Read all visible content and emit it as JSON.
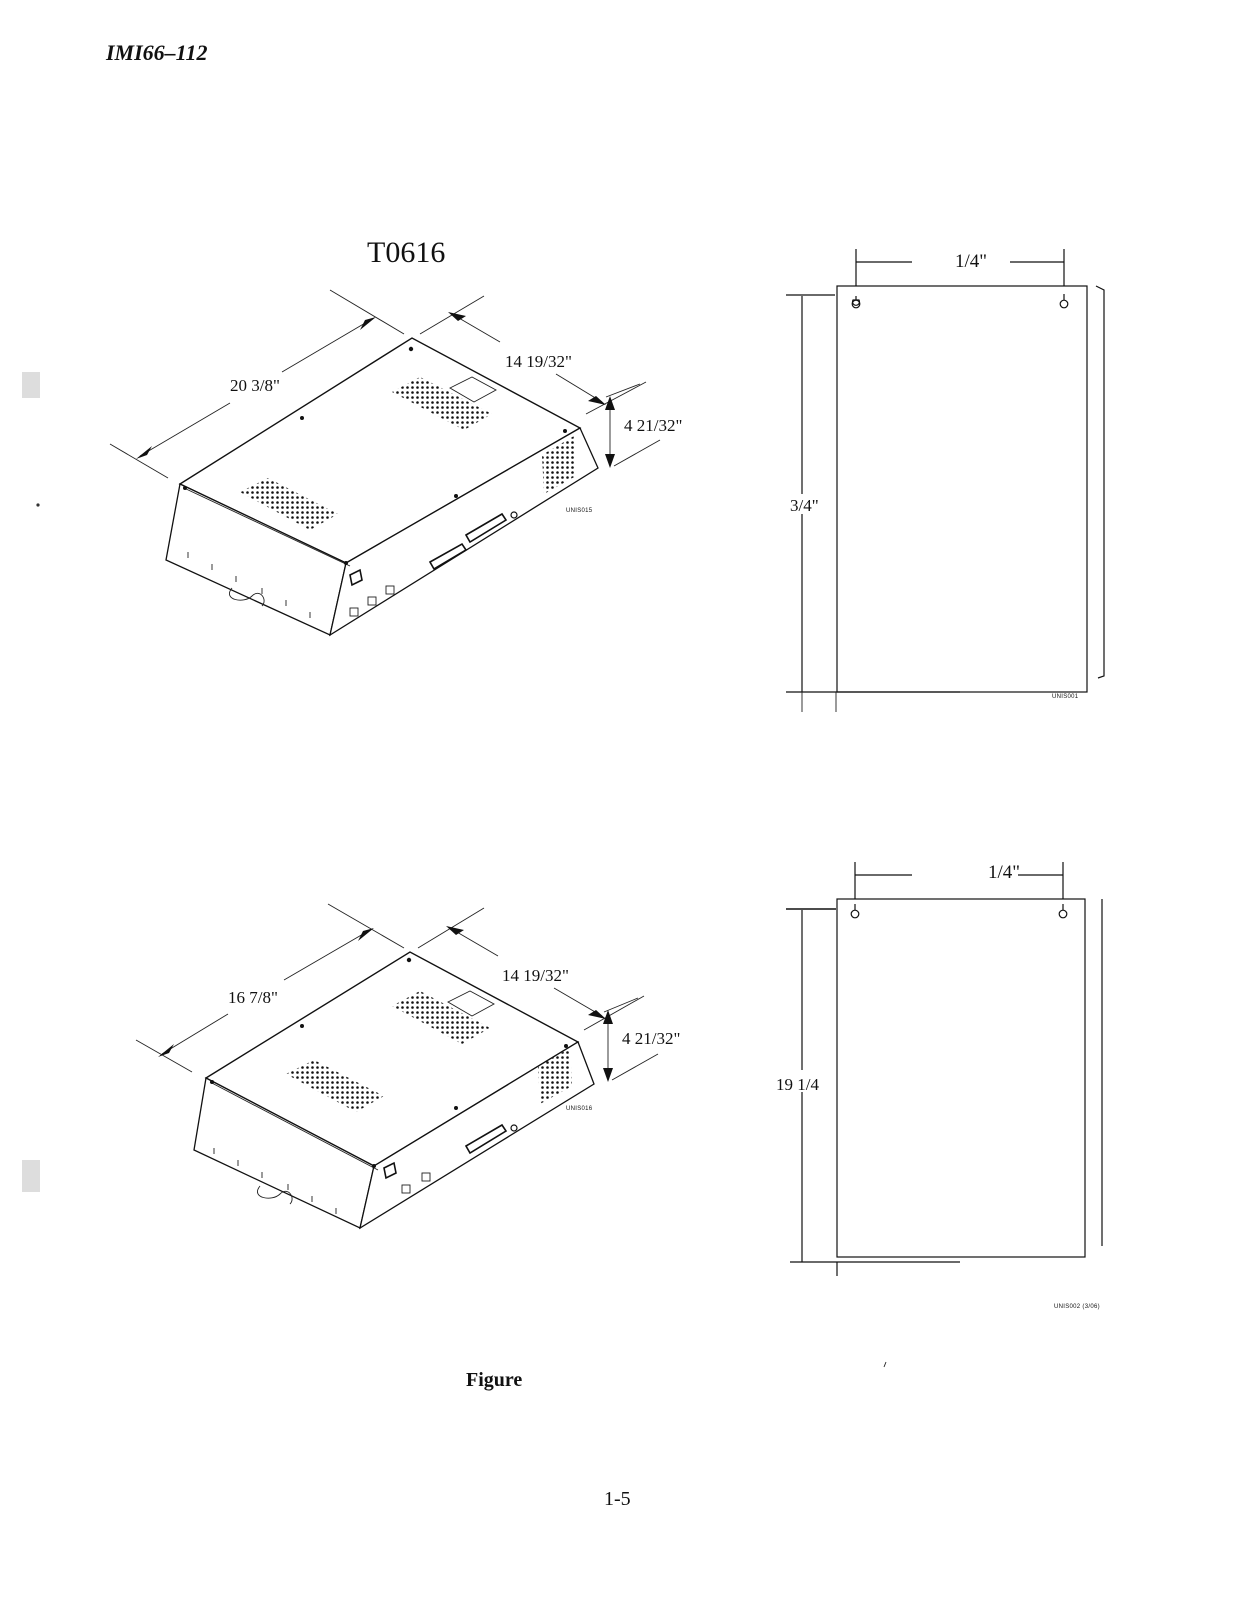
{
  "header": {
    "doc_id": "IMI66–112"
  },
  "figure_top": {
    "model": "T0616",
    "dims": {
      "length": "20 3/8\"",
      "width": "14 19/32\"",
      "height": "4 21/32\""
    },
    "code": "UNIS015"
  },
  "figure_bottom": {
    "dims": {
      "length": "16 7/8\"",
      "width": "14 19/32\"",
      "height": "4 21/32\""
    },
    "code": "UNIS016"
  },
  "mount_top": {
    "top_dim": "1/4\"",
    "side_dim": "3/4\"",
    "code": "UNIS001"
  },
  "mount_bottom": {
    "top_dim": "1/4\"",
    "side_dim": "19 1/4",
    "code": "UNIS002 (3/06)"
  },
  "caption": "Figure",
  "page_number": "1-5"
}
